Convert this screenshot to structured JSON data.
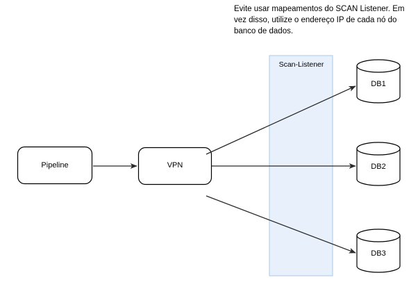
{
  "diagram": {
    "title_note": "Evite usar mapeamentos do SCAN Listener. Em vez disso, utilize o endereço IP de cada nó do banco de dados.",
    "colors": {
      "stroke": "#3c3c3c",
      "node_stroke": "#000000",
      "band_fill": "#e8f1fb",
      "band_stroke": "#a9c6e8",
      "text": "#000000",
      "background": "#ffffff"
    },
    "nodes": [
      {
        "id": "pipeline",
        "label": "Pipeline",
        "shape": "rounded-rect"
      },
      {
        "id": "vpn",
        "label": "VPN",
        "shape": "rounded-rect"
      },
      {
        "id": "scan-listener",
        "label": "Scan-Listener",
        "shape": "band"
      },
      {
        "id": "db1",
        "label": "DB1",
        "shape": "cylinder"
      },
      {
        "id": "db2",
        "label": "DB2",
        "shape": "cylinder"
      },
      {
        "id": "db3",
        "label": "DB3",
        "shape": "cylinder"
      }
    ],
    "edges": [
      {
        "from": "pipeline",
        "to": "vpn",
        "label": ""
      },
      {
        "from": "vpn",
        "to": "db1",
        "label": ""
      },
      {
        "from": "vpn",
        "to": "db2",
        "label": ""
      },
      {
        "from": "vpn",
        "to": "db3",
        "label": ""
      }
    ]
  }
}
